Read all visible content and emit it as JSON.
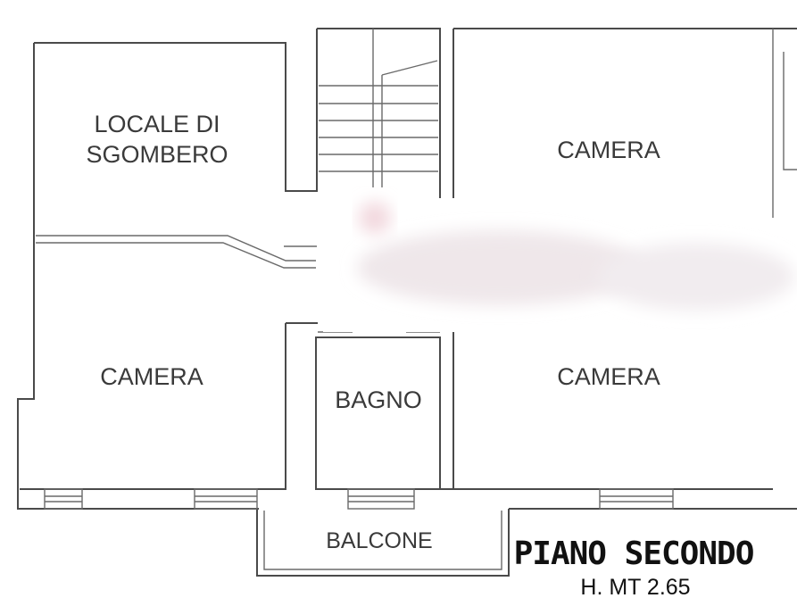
{
  "rooms": {
    "storage_line1": "LOCALE DI",
    "storage_line2": "SGOMBERO",
    "camera_top_right": "CAMERA",
    "camera_left": "CAMERA",
    "bagno": "BAGNO",
    "camera_bottom_right": "CAMERA",
    "balcone": "BALCONE"
  },
  "caption": {
    "title": "PIANO SECONDO",
    "height": "H. MT 2.65"
  },
  "colors": {
    "wall": "#4a4a4a",
    "background": "#ffffff",
    "redaction_blur": "#f3eff1"
  }
}
